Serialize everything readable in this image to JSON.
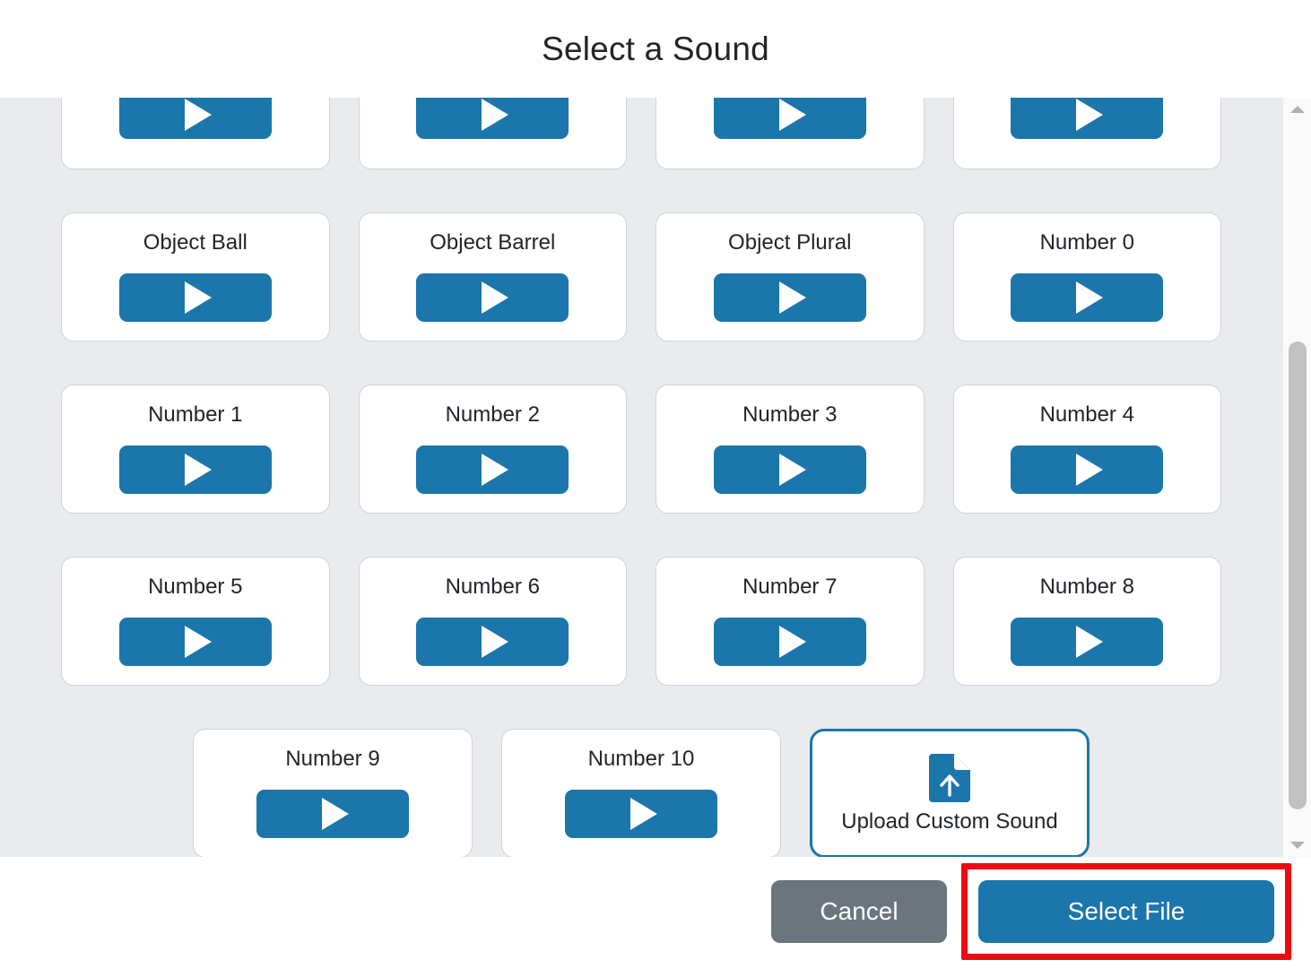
{
  "dialog": {
    "title": "Select a Sound"
  },
  "sounds": {
    "rows": [
      {
        "clipped": true,
        "items": [
          {
            "label": "",
            "play_label": "play-icon"
          },
          {
            "label": "",
            "play_label": "play-icon"
          },
          {
            "label": "",
            "play_label": "play-icon"
          },
          {
            "label": "",
            "play_label": "play-icon"
          }
        ]
      },
      {
        "clipped": false,
        "items": [
          {
            "label": "Object Ball",
            "play_label": "play-icon"
          },
          {
            "label": "Object Barrel",
            "play_label": "play-icon"
          },
          {
            "label": "Object Plural",
            "play_label": "play-icon"
          },
          {
            "label": "Number 0",
            "play_label": "play-icon"
          }
        ]
      },
      {
        "clipped": false,
        "items": [
          {
            "label": "Number 1",
            "play_label": "play-icon"
          },
          {
            "label": "Number 2",
            "play_label": "play-icon"
          },
          {
            "label": "Number 3",
            "play_label": "play-icon"
          },
          {
            "label": "Number 4",
            "play_label": "play-icon"
          }
        ]
      },
      {
        "clipped": false,
        "items": [
          {
            "label": "Number 5",
            "play_label": "play-icon"
          },
          {
            "label": "Number 6",
            "play_label": "play-icon"
          },
          {
            "label": "Number 7",
            "play_label": "play-icon"
          },
          {
            "label": "Number 8",
            "play_label": "play-icon"
          }
        ]
      }
    ],
    "last_row": [
      {
        "label": "Number 9",
        "play_label": "play-icon"
      },
      {
        "label": "Number 10",
        "play_label": "play-icon"
      }
    ],
    "upload": {
      "label": "Upload Custom Sound",
      "icon": "file-upload-icon"
    }
  },
  "scrollbar": {
    "up_icon": "scroll-up-arrow-icon",
    "down_icon": "scroll-down-arrow-icon"
  },
  "footer": {
    "cancel_label": "Cancel",
    "select_label": "Select File"
  },
  "colors": {
    "accent_blue": "#1b76ab",
    "cancel_gray": "#6c757d",
    "highlight_red": "#f00813",
    "body_bg": "#e9ebee",
    "card_bg": "#ffffff"
  }
}
